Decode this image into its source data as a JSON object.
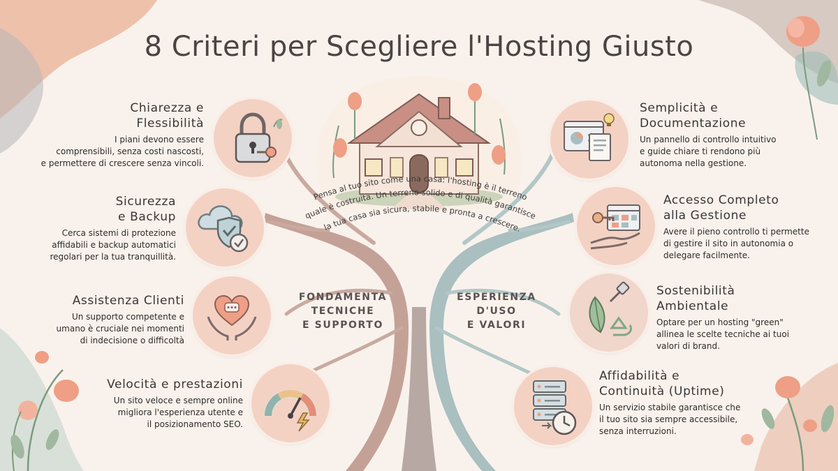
{
  "title": "8 Criteri per Scegliere l'Hosting Giusto",
  "intro": {
    "lines": [
      "Pensa al tuo sito come una casa: l'hosting è il terreno",
      "sul quale è costruita.  Un terreno solido e di qualità garantisce che",
      "la tua casa sia sicura, stabile e pronta a crescere."
    ]
  },
  "branches": {
    "left": [
      "FONDAMENTA",
      "TECNICHE",
      "E SUPPORTO"
    ],
    "right": [
      "ESPERIENZA",
      "D'USO",
      "E VALORI"
    ]
  },
  "criteria_left": [
    {
      "title_lines": [
        "Chiarezza e",
        "Flessibilità"
      ],
      "desc_lines": [
        "I piani devono essere",
        "comprensibili, senza costi nascosti,",
        "e permettere di crescere senza vincoli."
      ],
      "icon": "padlock-key-icon"
    },
    {
      "title_lines": [
        "Sicurezza",
        "e Backup"
      ],
      "desc_lines": [
        "Cerca sistemi di protezione",
        "affidabili e backup automatici",
        "regolari per la tua tranquillità."
      ],
      "icon": "cloud-shield-icon"
    },
    {
      "title_lines": [
        "Assistenza Clienti"
      ],
      "desc_lines": [
        "Un supporto competente e",
        "umano è cruciale nei momenti",
        "di indecisione o difficoltà"
      ],
      "icon": "heart-hands-icon"
    },
    {
      "title_lines": [
        "Velocità e prestazioni"
      ],
      "desc_lines": [
        "Un sito veloce e sempre online",
        "migliora l'esperienza utente e",
        "il posizionamento SEO."
      ],
      "icon": "speedometer-icon"
    }
  ],
  "criteria_right": [
    {
      "title_lines": [
        "Semplicità e",
        "Documentazione"
      ],
      "desc_lines": [
        "Un pannello di controllo intuitivo",
        "e guide chiare ti rendono più",
        "autonoma nella gestione."
      ],
      "icon": "dashboard-docs-icon"
    },
    {
      "title_lines": [
        "Accesso Completo",
        "alla Gestione"
      ],
      "desc_lines": [
        "Avere il pieno controllo ti permette",
        "di gestire il sito in autonomia o",
        "delegare facilmente."
      ],
      "icon": "key-hand-icon"
    },
    {
      "title_lines": [
        "Sostenibilità",
        "Ambientale"
      ],
      "desc_lines": [
        "Optare per un hosting \"green\"",
        "allinea le scelte tecniche ai tuoi",
        "valori di brand."
      ],
      "icon": "leaf-plug-icon"
    },
    {
      "title_lines": [
        "Affidabilità e",
        "Continuità (Uptime)"
      ],
      "desc_lines": [
        "Un servizio stabile garantisce che",
        "il tuo sito sia sempre accessibile,",
        "senza interruzioni."
      ],
      "icon": "server-clock-icon"
    }
  ],
  "colors": {
    "background": "#f9f2ec",
    "trunk_left": "#c4a196",
    "trunk_right": "#a9bfc0",
    "icon_circle": "#f3d2c4",
    "accent_peach": "#ee9f86"
  }
}
